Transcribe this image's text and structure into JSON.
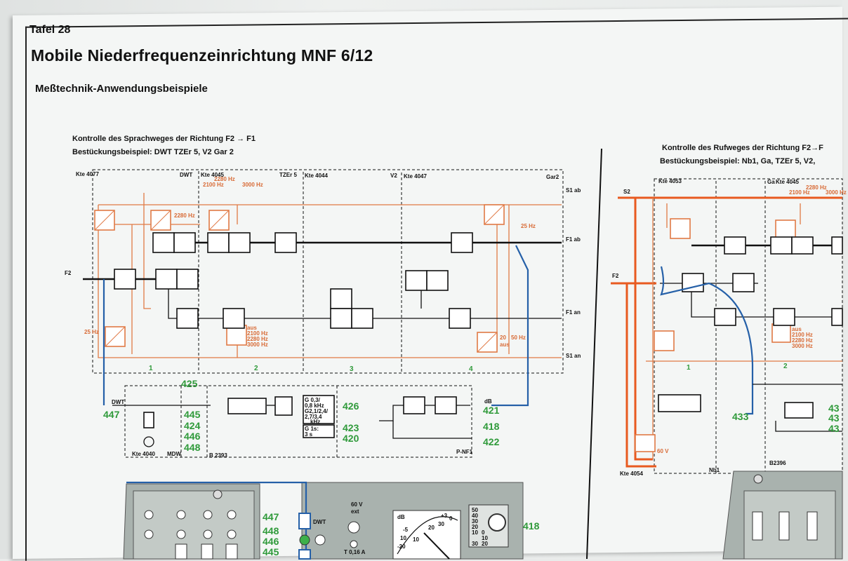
{
  "header": {
    "plate_number": "Tafel 28",
    "title": "Mobile Niederfrequenzeinrichtung MNF 6/12",
    "subtitle": "Meßtechnik-Anwendungsbeispiele"
  },
  "left_panel": {
    "title": "Kontrolle des Sprachweges der Richtung F2 → F1",
    "fitting": "Bestückungsbeispiel: DWT   TZEr 5,  V2   Gar 2",
    "modules": [
      "Kte 4077",
      "DWT",
      "Kte 4045",
      "TZEr 5",
      "Kte 4044",
      "V2",
      "Kte 4047",
      "Gar2"
    ],
    "freqs_top": [
      "2280 Hz",
      "2100 Hz",
      "3000 Hz"
    ],
    "freq_2280": "2280 Hz",
    "freq_25": "25 Hz",
    "freq_25b": "25 Hz",
    "freq_mid": [
      "aus",
      "2100 Hz",
      "2280 Hz",
      "3000 Hz"
    ],
    "freq_right": [
      "20",
      "aus",
      "50 Hz"
    ],
    "ports": {
      "s1ab": "S1  ab",
      "f1ab": "F1  ab",
      "f2": "F2",
      "f1an": "F1  an",
      "s1an": "S1  an"
    },
    "sections": [
      "1",
      "2",
      "3",
      "4"
    ],
    "meter": {
      "dwt": "DWT",
      "gen_labels": [
        "G  0,3/",
        "0,8 kHz",
        "G2,1/2,4/",
        "2,7/3,4",
        "kHz",
        "G  1s:",
        "3 s"
      ],
      "db": "dB",
      "modules": [
        "Kte 4040",
        "MDW",
        "B 2393",
        "P-NF1"
      ]
    },
    "callouts": [
      "425",
      "447",
      "445",
      "424",
      "446",
      "448",
      "426",
      "423",
      "420",
      "421",
      "418",
      "422"
    ]
  },
  "right_panel": {
    "title": "Kontrolle des Rufweges der Richtung F2→F",
    "fitting": "Bestückungsbeispiel: Nb1,  Ga,  TZEr 5,  V2,",
    "modules": [
      "Kte 4053",
      "Ga",
      "Kte 4045",
      "Kte 4054",
      "Nb1",
      "B2396"
    ],
    "freqs_top": [
      "2280 Hz",
      "2100 Hz",
      "3000 Hz"
    ],
    "freq_mid": [
      "aus",
      "2100 Hz",
      "2280 Hz",
      "3000 Hz"
    ],
    "ports": {
      "s2": "S2",
      "f2": "F2"
    },
    "sections": [
      "1",
      "2"
    ],
    "volt": "60 V",
    "callouts": [
      "433",
      "43",
      "43",
      "43"
    ]
  },
  "bottom": {
    "callouts": [
      "447",
      "448",
      "446",
      "445",
      "418"
    ],
    "dwt": "DWT",
    "volt": "60 V",
    "ext": "ext",
    "fuse": "T 0,16 A",
    "scale": [
      "dB",
      "+3",
      "0",
      "-5",
      "10",
      "10",
      "20",
      "30",
      "-20"
    ],
    "range": [
      "50",
      "40",
      "30",
      "20",
      "10",
      "0",
      "10",
      "20",
      "30"
    ]
  },
  "colors": {
    "orange": "#e07a45",
    "blue": "#2560a8",
    "green": "#2f9a3a"
  }
}
